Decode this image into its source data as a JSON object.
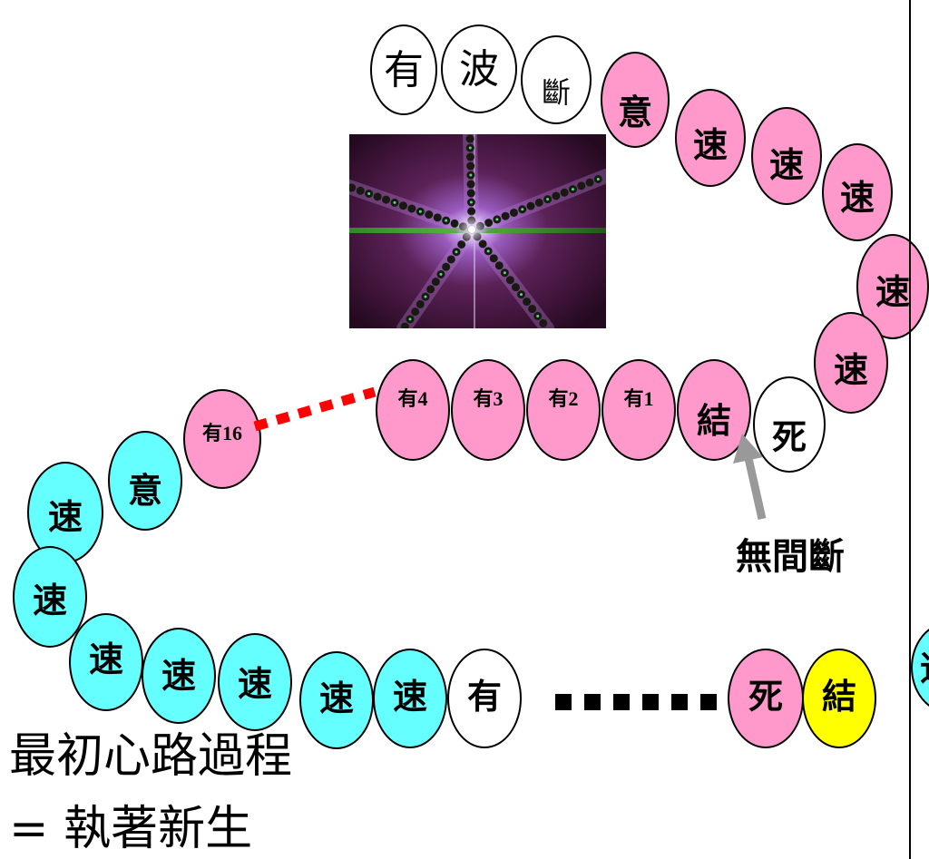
{
  "colors": {
    "pink": "#FF99CC",
    "cyan": "#66FFFF",
    "yellow": "#FFFF00",
    "white": "#FFFFFF",
    "outline": "#000000",
    "red_dashes": "#FF0000",
    "arrow": "#999999"
  },
  "top_row": [
    {
      "label": "有",
      "fill": "white"
    },
    {
      "label": "波",
      "fill": "white"
    },
    {
      "label": "斷",
      "fill": "white"
    }
  ],
  "upper_arc": [
    {
      "label": "意",
      "fill": "pink"
    },
    {
      "label": "速",
      "fill": "pink"
    },
    {
      "label": "速",
      "fill": "pink"
    },
    {
      "label": "速",
      "fill": "pink"
    },
    {
      "label": "速",
      "fill": "pink"
    },
    {
      "label": "速",
      "fill": "pink"
    }
  ],
  "middle_row": [
    {
      "label": "有4",
      "fill": "pink"
    },
    {
      "label": "有3",
      "fill": "pink"
    },
    {
      "label": "有2",
      "fill": "pink"
    },
    {
      "label": "有1",
      "fill": "pink"
    },
    {
      "label": "結",
      "fill": "pink"
    },
    {
      "label": "死",
      "fill": "white"
    }
  ],
  "dashed_link_end": {
    "label": "有16",
    "fill": "pink"
  },
  "arrow_label": "無間斷",
  "left_arc": [
    {
      "label": "意",
      "fill": "cyan"
    },
    {
      "label": "速",
      "fill": "cyan"
    },
    {
      "label": "速",
      "fill": "cyan"
    },
    {
      "label": "速",
      "fill": "cyan"
    },
    {
      "label": "速",
      "fill": "cyan"
    },
    {
      "label": "速",
      "fill": "cyan"
    },
    {
      "label": "速",
      "fill": "cyan"
    },
    {
      "label": "速",
      "fill": "cyan"
    }
  ],
  "bottom_row": [
    {
      "label": "有",
      "fill": "white"
    },
    {
      "label": "死",
      "fill": "pink"
    },
    {
      "label": "結",
      "fill": "yellow"
    }
  ],
  "edge_oval": {
    "label": "速",
    "fill": "cyan"
  },
  "caption": {
    "line1": "最初心路過程",
    "line2": "= 執著新生"
  }
}
